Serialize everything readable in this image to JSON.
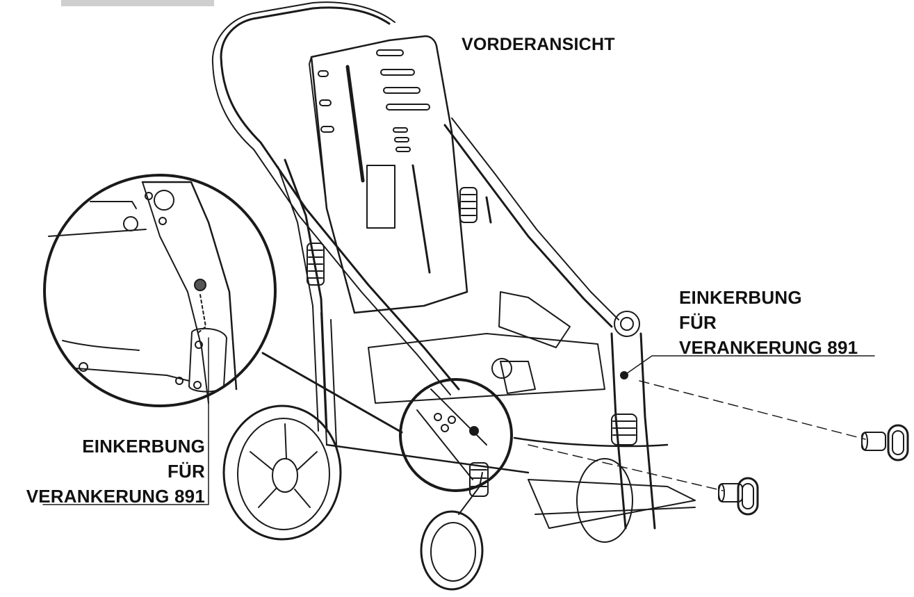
{
  "title": "VORDERANSICHT",
  "callouts": {
    "right": {
      "line1": "EINKERBUNG",
      "line2": "FÜR",
      "line3": "VERANKERUNG 891"
    },
    "left": {
      "line1": "EINKERBUNG",
      "line2": "FÜR",
      "line3": "VERANKERUNG 891"
    }
  },
  "colors": {
    "line": "#1a1a1a",
    "background": "#ffffff",
    "tab": "#cfcfcf"
  }
}
